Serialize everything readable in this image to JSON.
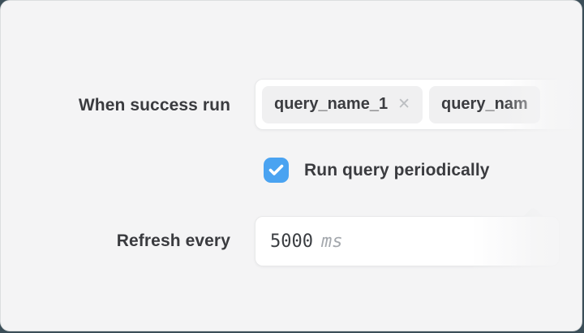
{
  "panel": {
    "bg": "#f4f4f5",
    "outside_bg": "#3b4e58",
    "border": "#dcdedf"
  },
  "colors": {
    "text_primary": "#3a3b3f",
    "text_muted": "#a4a8ad",
    "field_bg": "#ffffff",
    "field_border": "#e8e9ea",
    "tag_bg": "#f0f0f1",
    "checkbox_accent": "#4aa3f1",
    "remove_icon_color": "#bcbfc2"
  },
  "icons": {
    "remove": "✕",
    "checkbox_check": "✓"
  },
  "success_row": {
    "label": "When success run",
    "tags": [
      {
        "label": "query_name_1",
        "removable": true
      },
      {
        "label": "query_nam",
        "truncated": true
      }
    ]
  },
  "periodic_row": {
    "label": "Run query periodically",
    "checked": true
  },
  "refresh_row": {
    "label": "Refresh every",
    "value": "5000",
    "unit_placeholder": "ms"
  }
}
